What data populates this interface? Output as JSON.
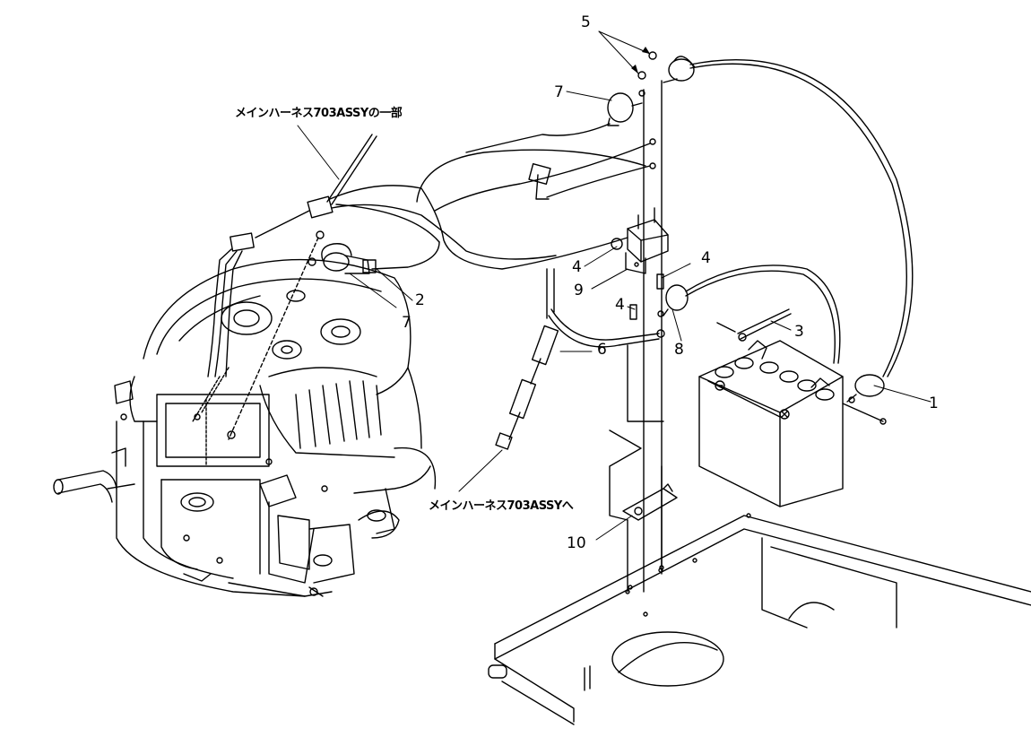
{
  "notes": {
    "harness_part": "メインハーネス703ASSYの一部",
    "to_harness": "メインハーネス703ASSYへ"
  },
  "callouts": {
    "c1": "1",
    "c2": "2",
    "c3": "3",
    "c4a": "4",
    "c4b": "4",
    "c4c": "4",
    "c5": "5",
    "c6": "6",
    "c7a": "7",
    "c7b": "7",
    "c8": "8",
    "c9": "9",
    "c10": "10"
  }
}
